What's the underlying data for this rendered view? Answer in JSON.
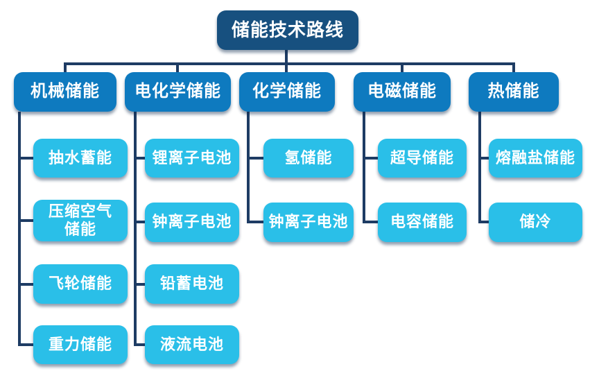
{
  "diagram": {
    "root": "储能技术路线",
    "branches": [
      {
        "label": "机械储能",
        "children": [
          "抽水蓄能",
          "压缩空气储能",
          "飞轮储能",
          "重力储能"
        ]
      },
      {
        "label": "电化学储能",
        "children": [
          "锂离子电池",
          "钟离子电池",
          "铅蓄电池",
          "液流电池"
        ]
      },
      {
        "label": "化学储能",
        "children": [
          "氢储能",
          "钟离子电池"
        ]
      },
      {
        "label": "电磁储能",
        "children": [
          "超导储能",
          "电容储能"
        ]
      },
      {
        "label": "热储能",
        "children": [
          "熔融盐储能",
          "储冷"
        ]
      }
    ],
    "colors": {
      "root_box": "#17507F",
      "branch_box": "#0E7ABF",
      "leaf_box": "#2ABFE8",
      "connector": "#1E3C64",
      "text": "#FFFFFF"
    }
  }
}
